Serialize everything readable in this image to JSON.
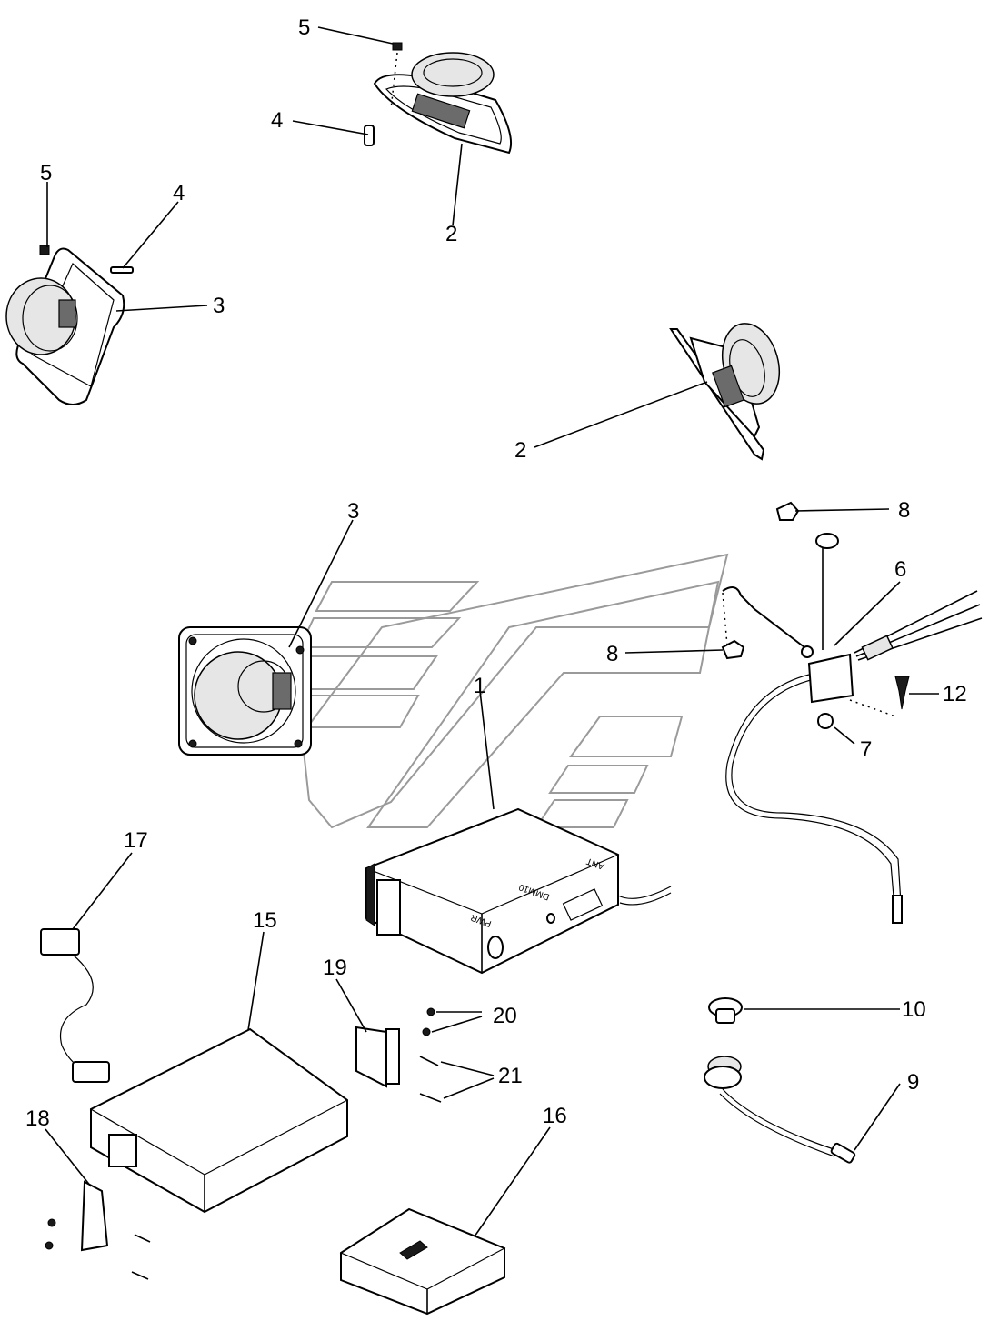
{
  "diagram": {
    "callouts": [
      {
        "id": "c5a",
        "text": "5"
      },
      {
        "id": "c4a",
        "text": "4"
      },
      {
        "id": "c2a",
        "text": "2"
      },
      {
        "id": "c5b",
        "text": "5"
      },
      {
        "id": "c4b",
        "text": "4"
      },
      {
        "id": "c3a",
        "text": "3"
      },
      {
        "id": "c2b",
        "text": "2"
      },
      {
        "id": "c8a",
        "text": "8"
      },
      {
        "id": "c6",
        "text": "6"
      },
      {
        "id": "c3b",
        "text": "3"
      },
      {
        "id": "c8b",
        "text": "8"
      },
      {
        "id": "c1",
        "text": "1"
      },
      {
        "id": "c12",
        "text": "12"
      },
      {
        "id": "c7",
        "text": "7"
      },
      {
        "id": "c17",
        "text": "17"
      },
      {
        "id": "c15",
        "text": "15"
      },
      {
        "id": "c19",
        "text": "19"
      },
      {
        "id": "c20",
        "text": "20"
      },
      {
        "id": "c21",
        "text": "21"
      },
      {
        "id": "c10",
        "text": "10"
      },
      {
        "id": "c9",
        "text": "9"
      },
      {
        "id": "c18",
        "text": "18"
      },
      {
        "id": "c16",
        "text": "16"
      }
    ],
    "radio_labels": [
      "PWR",
      "DMM10",
      "ANT"
    ],
    "colors": {
      "line": "#000000",
      "logo_outline": "#9a9a9a",
      "background": "#ffffff"
    }
  }
}
